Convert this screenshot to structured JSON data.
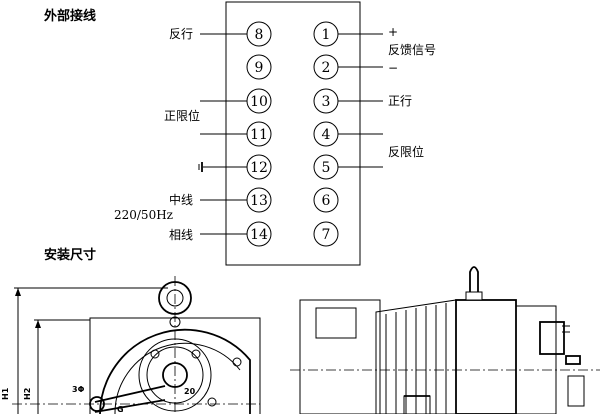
{
  "headings": {
    "wiring": "外部接线",
    "install": "安装尺寸"
  },
  "terminals_left": [
    "8",
    "9",
    "10",
    "11",
    "12",
    "13",
    "14"
  ],
  "terminals_right": [
    "1",
    "2",
    "3",
    "4",
    "5",
    "6",
    "7"
  ],
  "labels": {
    "reverse": "反行",
    "feedback": "反馈信号",
    "plus": "+",
    "minus": "−",
    "forward": "正行",
    "forward_limit": "正限位",
    "reverse_limit": "反限位",
    "neutral": "中线",
    "supply": "220/50Hz",
    "phase": "相线"
  },
  "dimension_labels": {
    "h1": "H1",
    "h2": "H2",
    "phi": "3Φ",
    "g": "G",
    "d20": "20"
  }
}
